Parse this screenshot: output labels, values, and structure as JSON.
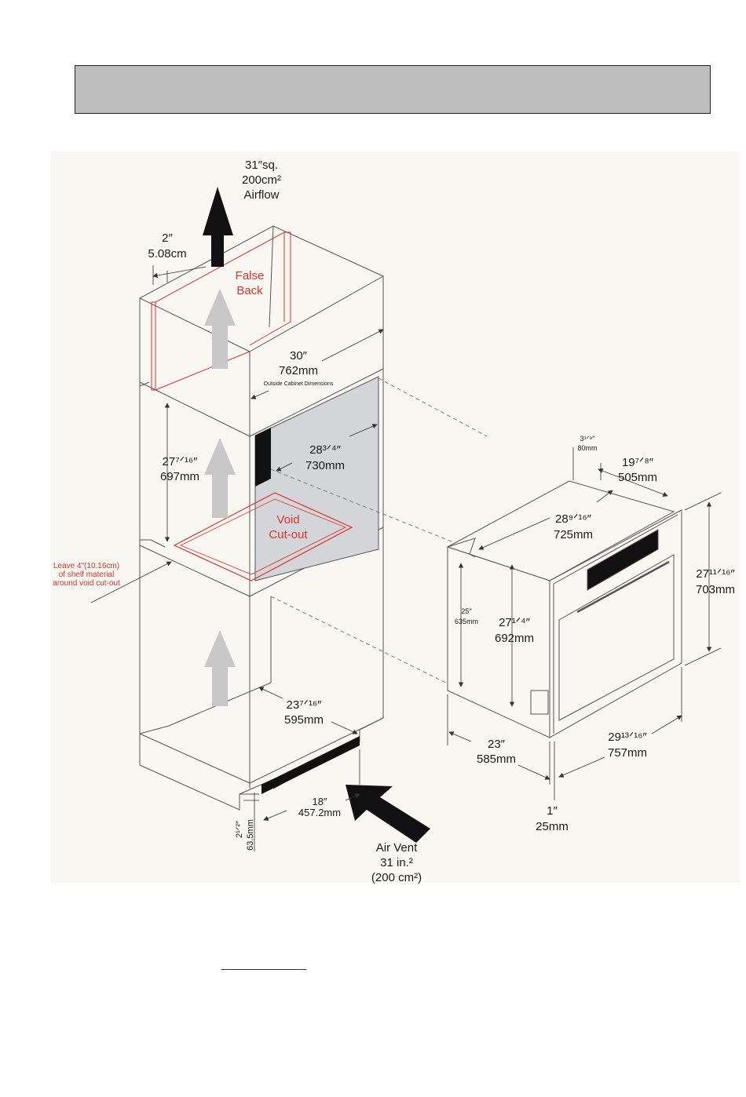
{
  "colors": {
    "accent_red": "#d9332b",
    "header_gray": "#bdbdbd",
    "void_fill": "#d3d5d9",
    "arrow_gray": "#c8c8c8",
    "line": "#555555"
  },
  "labels": {
    "airflow_top": [
      "31″sq.",
      "200cm²",
      "Airflow"
    ],
    "gap_2in": [
      "2″",
      "5.08cm"
    ],
    "false_back": [
      "False",
      "Back"
    ],
    "cabinet_width": [
      "30″",
      "762mm"
    ],
    "outside_dims": "Outside Cabinet Dimensions",
    "cutout_height": [
      "27⁷ᐟ¹⁶″",
      "697mm"
    ],
    "cutout_width": [
      "28³ᐟ⁴″",
      "730mm"
    ],
    "void_cutout": [
      "Void",
      "Cut-out"
    ],
    "shelf_note": [
      "Leave 4\"(10.16cm)",
      "of shelf material",
      "around void cut-out"
    ],
    "cutout_depth": [
      "23⁷ᐟ¹⁶″",
      "595mm"
    ],
    "vent_width": [
      "18″",
      "457.2mm"
    ],
    "vent_height": [
      "2¹ᐟ²″",
      "63.5mm"
    ],
    "air_vent": [
      "Air Vent",
      "31 in.²",
      "(200 cm²)"
    ],
    "oven_trim": [
      "3¹ᐟ⁸″",
      "80mm"
    ],
    "oven_depth_top": [
      "19⁷ᐟ⁸″",
      "505mm"
    ],
    "oven_width": [
      "28⁹ᐟ¹⁶″",
      "725mm"
    ],
    "oven_body_height": [
      "25″",
      "635mm"
    ],
    "oven_height": [
      "27¹ᐟ⁴″",
      "692mm"
    ],
    "oven_total_height": [
      "27¹¹ᐟ¹⁶″",
      "703mm"
    ],
    "oven_body_depth": [
      "23″",
      "585mm"
    ],
    "oven_total_width": [
      "29¹³ᐟ¹⁶″",
      "757mm"
    ],
    "door_thickness": [
      "1″",
      "25mm"
    ]
  }
}
